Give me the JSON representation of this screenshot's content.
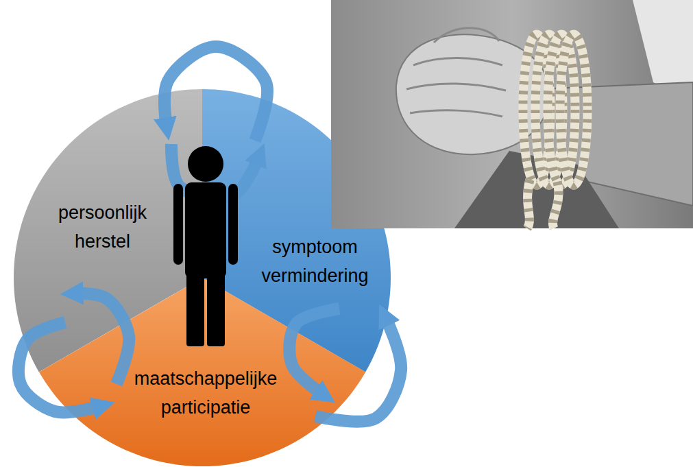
{
  "diagram": {
    "nodes": [
      {
        "text": [
          "persoonlijk herstel"
        ]
      },
      {
        "text": [
          "symptoom vermindering"
        ]
      },
      {
        "text": [
          "maatschappelijke participatie"
        ]
      }
    ],
    "edges": [
      {
        "from": 1,
        "to": 0,
        "arrow": "to"
      },
      {
        "from": 0,
        "to": 1,
        "arrow": "to"
      },
      {
        "from": 0,
        "to": 2,
        "arrow": "to"
      },
      {
        "from": 2,
        "to": 0,
        "arrow": "to"
      },
      {
        "from": 2,
        "to": 1,
        "arrow": "to"
      },
      {
        "from": 1,
        "to": 2,
        "arrow": "to"
      }
    ]
  }
}
